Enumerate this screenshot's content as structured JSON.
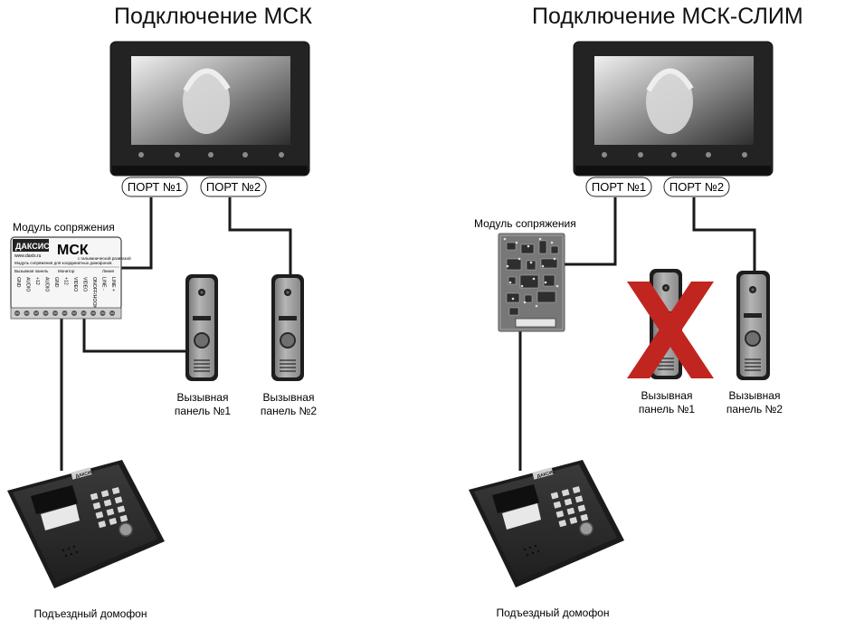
{
  "titles": {
    "left": "Подключение МСК",
    "right": "Подключение МСК-СЛИМ"
  },
  "left": {
    "port1": "ПОРТ №1",
    "port2": "ПОРТ №2",
    "module_label": "Модуль сопряжения",
    "module_brand": "ДАКСИС",
    "module_model": "МСК",
    "module_site": "www.daxis.ru",
    "module_tagline": "с гальванической развязкой",
    "module_desc": "Модуль сопряжения для координатных домофонов",
    "module_group_panel": "Вызывная панель",
    "module_group_monitor": "Монитор",
    "module_group_line": "Линия",
    "module_pins": [
      "GND",
      "AUDIO",
      "+12",
      "AUDIO",
      "GND",
      "+12",
      "VIDEO",
      "VIDEO",
      "ONOFF/HOOK",
      "LINE -",
      "LINE +"
    ],
    "panel1": [
      "Вызывная",
      "панель №1"
    ],
    "panel2": [
      "Вызывная",
      "панель №2"
    ],
    "intercom": "Подъездный домофон",
    "intercom_brand": "ДАКСИС"
  },
  "right": {
    "port1": "ПОРТ №1",
    "port2": "ПОРТ №2",
    "module_label": "Модуль сопряжения",
    "panel1": [
      "Вызывная",
      "панель №1"
    ],
    "panel2": [
      "Вызывная",
      "панель №2"
    ],
    "intercom": "Подъездный домофон",
    "intercom_brand": "ДАКСИС"
  },
  "colors": {
    "wire": "#1a1a1a",
    "monitor": "#232323",
    "cross": "#c0261f",
    "panel_body": "#a9a9a9",
    "intercom_body": "#2b2b2b"
  }
}
